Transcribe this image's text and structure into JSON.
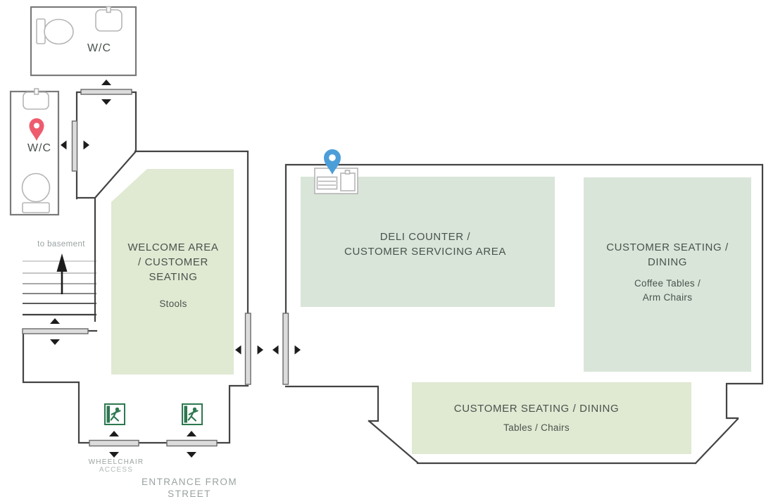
{
  "colors": {
    "wall": "#434343",
    "area_green_warm": "#e0e9d2",
    "area_green_cool": "#d9e5d9",
    "door_fill": "#dcdcdc",
    "door_border": "#6a6a6a",
    "pin_red": "#ee5b6d",
    "pin_blue": "#4c9ed8",
    "exit_green": "#2d7850",
    "label_dark": "#49524c",
    "label_gray": "#9aa2a2",
    "fixture_gray": "#b5b5b5"
  },
  "rooms": {
    "wc_top": {
      "label": "W/C"
    },
    "wc_left": {
      "label": "W/C"
    }
  },
  "areas": {
    "welcome": {
      "line1": "WELCOME AREA",
      "line2": "/ CUSTOMER",
      "line3": "SEATING",
      "furniture": "Stools"
    },
    "deli": {
      "line1": "DELI COUNTER /",
      "line2": "CUSTOMER SERVICING AREA"
    },
    "dining_lounge": {
      "line1": "CUSTOMER SEATING /",
      "line2": "DINING",
      "furniture_line1": "Coffee Tables /",
      "furniture_line2": "Arm Chairs"
    },
    "dining_main": {
      "line1": "CUSTOMER SEATING / DINING",
      "furniture": "Tables / Chairs"
    }
  },
  "annotations": {
    "to_basement": "to basement",
    "wheelchair_line1": "WHEELCHAIR",
    "wheelchair_line2": "ACCESS",
    "entrance_line1": "ENTRANCE FROM",
    "entrance_line2": "STREET"
  },
  "icons": {
    "toilet": "toilet-icon",
    "sink": "sink-icon",
    "wc_location_pin": "location-pin-icon",
    "deli_location_pin": "location-pin-icon",
    "emergency_exit": "exit-running-man-icon",
    "deli_register": "cash-register-icon"
  }
}
